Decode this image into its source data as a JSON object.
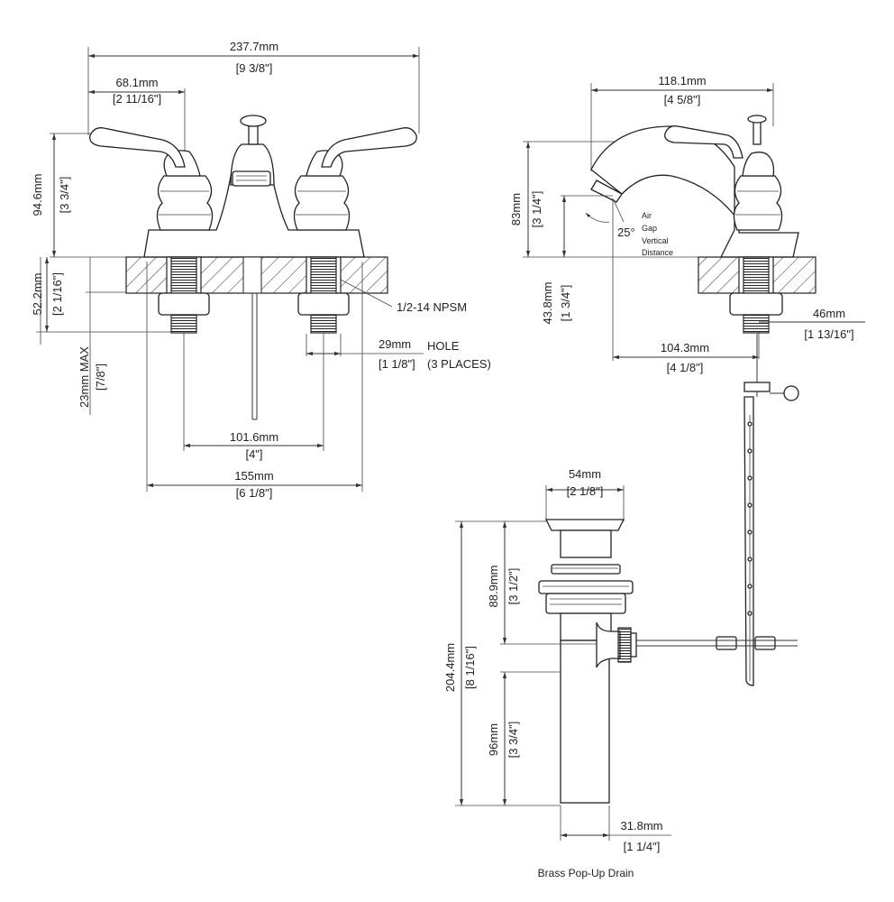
{
  "front_view": {
    "overall_width": {
      "mm": "237.7mm",
      "in": "[9 3/8\"]"
    },
    "handle_width": {
      "mm": "68.1mm",
      "in": "[2 11/16\"]"
    },
    "height": {
      "mm": "94.6mm",
      "in": "[3 3/4\"]"
    },
    "deck_thickness": {
      "mm": "52.2mm",
      "in": "[2 1/16\"]"
    },
    "thread_label": "1/2-14 NPSM",
    "hole_dia": {
      "mm": "29mm",
      "in": "[1 1/8\"]"
    },
    "hole_note": {
      "line1": "HOLE",
      "line2": "(3 PLACES)"
    },
    "max_deck": {
      "mm": "23mm MAX",
      "in": "[7/8\"]"
    },
    "center_spacing": {
      "mm": "101.6mm",
      "in": "[4\"]"
    },
    "base_width": {
      "mm": "155mm",
      "in": "[6 1/8\"]"
    }
  },
  "side_view": {
    "depth": {
      "mm": "118.1mm",
      "in": "[4 5/8\"]"
    },
    "spout_height": {
      "mm": "83mm",
      "in": "[3 1/4\"]"
    },
    "angle": "25°",
    "aircap_note": [
      "Air",
      "Gap",
      "Vertical",
      "Distance"
    ],
    "aircap_dist": {
      "mm": "43.8mm",
      "in": "[1 3/4\"]"
    },
    "reach": {
      "mm": "104.3mm",
      "in": "[4 1/8\"]"
    },
    "shank_offset": {
      "mm": "46mm",
      "in": "[1 13/16\"]"
    }
  },
  "drain": {
    "flange_dia": {
      "mm": "54mm",
      "in": "[2 1/8\"]"
    },
    "upper_len": {
      "mm": "88.9mm",
      "in": "[3 1/2\"]"
    },
    "total_len": {
      "mm": "204.4mm",
      "in": "[8 1/16\"]"
    },
    "lower_len": {
      "mm": "96mm",
      "in": "[3 3/4\"]"
    },
    "tail_dia": {
      "mm": "31.8mm",
      "in": "[1 1/4\"]"
    },
    "caption": "Brass Pop-Up Drain"
  }
}
